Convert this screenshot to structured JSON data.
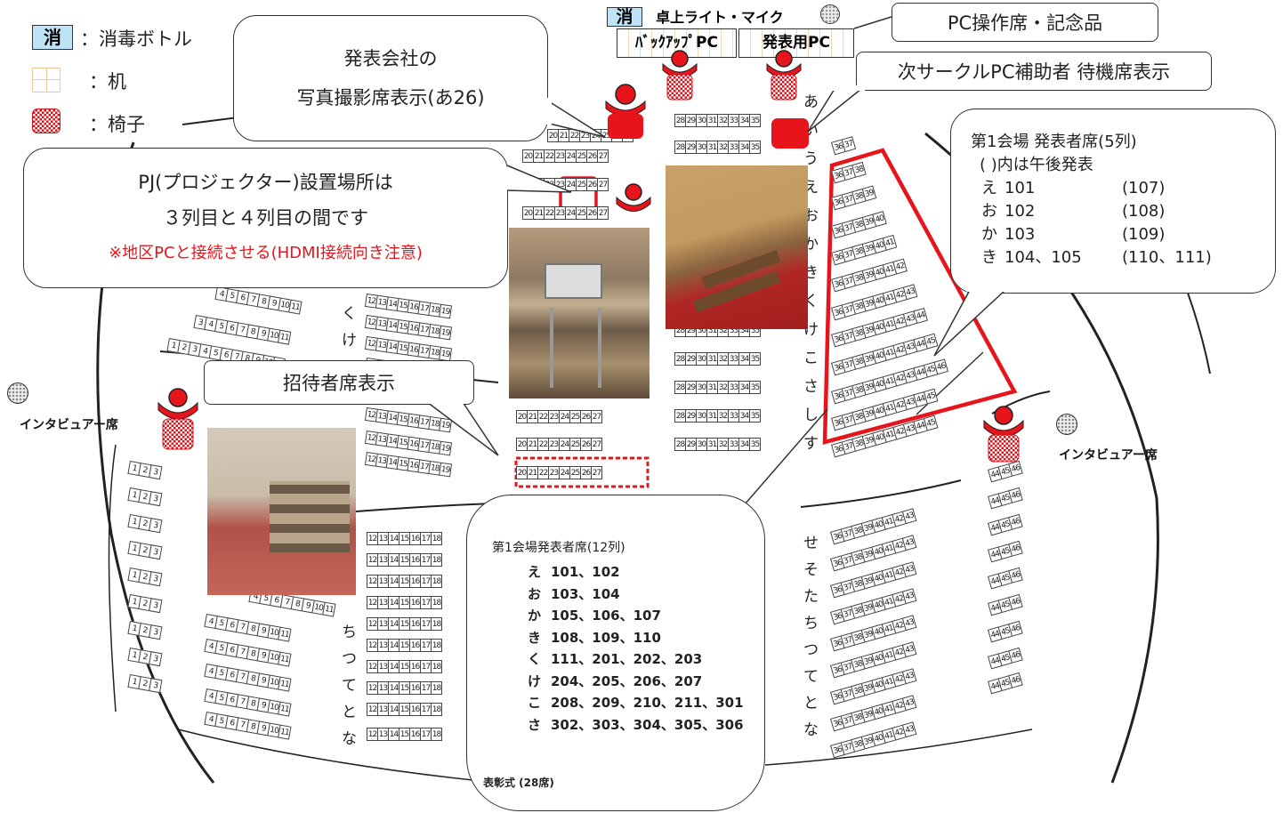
{
  "legend": {
    "disinfect_badge": "消",
    "disinfect_label": "：消毒ボトル",
    "desk_label": "：机",
    "chair_label": "：椅子"
  },
  "stage": {
    "disinfect_badge": "消",
    "light_mic_label": "卓上ライト・マイク",
    "backup_pc_label": "ﾊﾞｯｸｱｯﾌﾟPC",
    "presenter_pc_label": "発表用PC"
  },
  "callouts": {
    "photo_company_line1": "発表会社の",
    "photo_company_line2": "写真撮影席表示(あ26)",
    "pc_operator": "PC操作席・記念品",
    "next_circle_pc": "次サークルPC補助者 待機席表示",
    "projector_line1": "PJ(プロジェクター)設置場所は",
    "projector_line2": "３列目と４列目の間です",
    "projector_note": "※地区PCと接続させる(HDMI接続向き注意)",
    "guest_seats": "招待者席表示"
  },
  "interviewer_label_left": "インタビュアー席",
  "interviewer_label_right": "インタビュアー席",
  "presenters_5": {
    "title": "第1会場 発表者席(5列)",
    "subtitle": "( )内は午後発表",
    "rows": [
      {
        "row": "え",
        "am": "101",
        "pm": "(107)"
      },
      {
        "row": "お",
        "am": "102",
        "pm": "(108)"
      },
      {
        "row": "か",
        "am": "103",
        "pm": "(109)"
      },
      {
        "row": "き",
        "am": "104、105",
        "pm": "(110、111)"
      }
    ]
  },
  "presenters_12": {
    "title": "第1会場発表者席(12列)",
    "rows": [
      {
        "row": "え",
        "seats": "101、102"
      },
      {
        "row": "お",
        "seats": "103、104"
      },
      {
        "row": "か",
        "seats": "105、106、107"
      },
      {
        "row": "き",
        "seats": "108、109、110"
      },
      {
        "row": "く",
        "seats": "111、201、202、203"
      },
      {
        "row": "け",
        "seats": "204、205、206、207"
      },
      {
        "row": "こ",
        "seats": "208、209、210、211、301"
      },
      {
        "row": "さ",
        "seats": "302、303、304、305、306"
      }
    ],
    "footer": "表彰式 (28席)"
  },
  "row_kana_center": [
    "あ",
    "い",
    "う",
    "え",
    "お",
    "か",
    "き",
    "く",
    "け",
    "こ",
    "さ",
    "し",
    "す"
  ],
  "row_kana_center_lower": [
    "せ",
    "そ",
    "た",
    "ち",
    "つ",
    "て",
    "と",
    "な"
  ],
  "row_kana_left_lower": [
    "ち",
    "つ",
    "て",
    "と",
    "な"
  ],
  "row_kana_left_upper": [
    "く",
    "け"
  ],
  "seat_blocks": {
    "center_20_27": [
      "20",
      "21",
      "22",
      "23",
      "24",
      "25",
      "26",
      "27"
    ],
    "right_28_35": [
      "28",
      "29",
      "30",
      "31",
      "32",
      "33",
      "34",
      "35"
    ],
    "left_12_19": [
      "12",
      "13",
      "14",
      "15",
      "16",
      "17",
      "18",
      "19"
    ],
    "far_left_1_3": [
      "1",
      "2",
      "3"
    ],
    "left_4_11": [
      "4",
      "5",
      "6",
      "7",
      "8",
      "9",
      "10",
      "11"
    ],
    "left_3_11": [
      "3",
      "4",
      "5",
      "6",
      "7",
      "8",
      "9",
      "10",
      "11"
    ],
    "left_1_11": [
      "1",
      "2",
      "3",
      "4",
      "5",
      "6",
      "7",
      "8",
      "9",
      "10",
      "11"
    ],
    "far_right_44_46": [
      "44",
      "45",
      "46"
    ],
    "right_36_43": [
      "36",
      "37",
      "38",
      "39",
      "40",
      "41",
      "42",
      "43"
    ]
  },
  "presenter_wedge_rows": [
    [
      "36",
      "37"
    ],
    [
      "36",
      "37",
      "38"
    ],
    [
      "36",
      "37",
      "38",
      "39"
    ],
    [
      "36",
      "37",
      "38",
      "39",
      "40"
    ],
    [
      "36",
      "37",
      "38",
      "39",
      "40",
      "41"
    ],
    [
      "36",
      "37",
      "38",
      "39",
      "40",
      "41",
      "42"
    ],
    [
      "36",
      "37",
      "38",
      "39",
      "40",
      "41",
      "42",
      "43"
    ],
    [
      "36",
      "37",
      "38",
      "39",
      "40",
      "41",
      "42",
      "43",
      "44"
    ],
    [
      "36",
      "37",
      "38",
      "39",
      "40",
      "41",
      "42",
      "43",
      "44",
      "45"
    ],
    [
      "36",
      "37",
      "38",
      "39",
      "40",
      "41",
      "42",
      "43",
      "44",
      "45",
      "46"
    ],
    [
      "36",
      "37",
      "38",
      "39",
      "40",
      "41",
      "42",
      "43",
      "44",
      "45"
    ],
    [
      "36",
      "37",
      "38",
      "39",
      "40",
      "41",
      "42",
      "43",
      "44",
      "45"
    ]
  ],
  "colors": {
    "accent_red": "#e8141b",
    "badge_blue": "#bfe3f7",
    "chair_red": "#d9121a",
    "dark": "#222222"
  }
}
